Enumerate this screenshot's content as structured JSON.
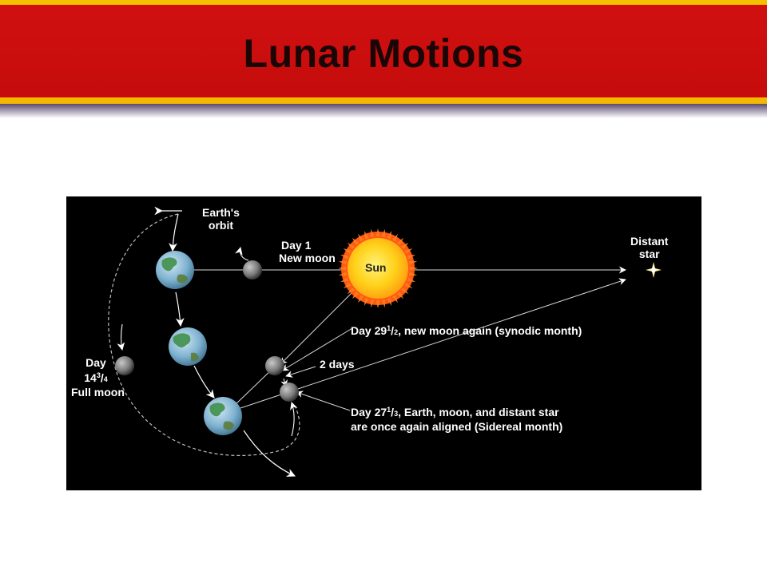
{
  "slide": {
    "title": "Lunar Motions"
  },
  "diagram": {
    "labels": {
      "earths_orbit": [
        "Earth's",
        "orbit"
      ],
      "day1": [
        "Day 1",
        "New moon"
      ],
      "sun": "Sun",
      "distant_star": [
        "Distant",
        "star"
      ],
      "full_moon": {
        "day": "Day",
        "num": "14",
        "sup": "3",
        "slash": "/",
        "sub": "4",
        "phase": "Full moon"
      },
      "day29": {
        "prefix": "Day 29",
        "sup": "1",
        "slash": "/",
        "sub": "2",
        "suffix": ", new moon again (synodic month)"
      },
      "two_days": "2 days",
      "day27": {
        "prefix": "Day 27",
        "sup": "1",
        "slash": "/",
        "sub": "3",
        "suffix": ", Earth, moon, and distant star",
        "line2": "are once again aligned (Sidereal month)"
      }
    },
    "colors": {
      "background": "#000000",
      "sun": "#ffd21a",
      "sun_corona": "#ff5a14",
      "earth_ocean": "#6fa6c8",
      "earth_land": "#3f8f4a",
      "moon": "#8a8a8a",
      "lines": "#d8d8d8",
      "star": "#fff59a"
    }
  }
}
